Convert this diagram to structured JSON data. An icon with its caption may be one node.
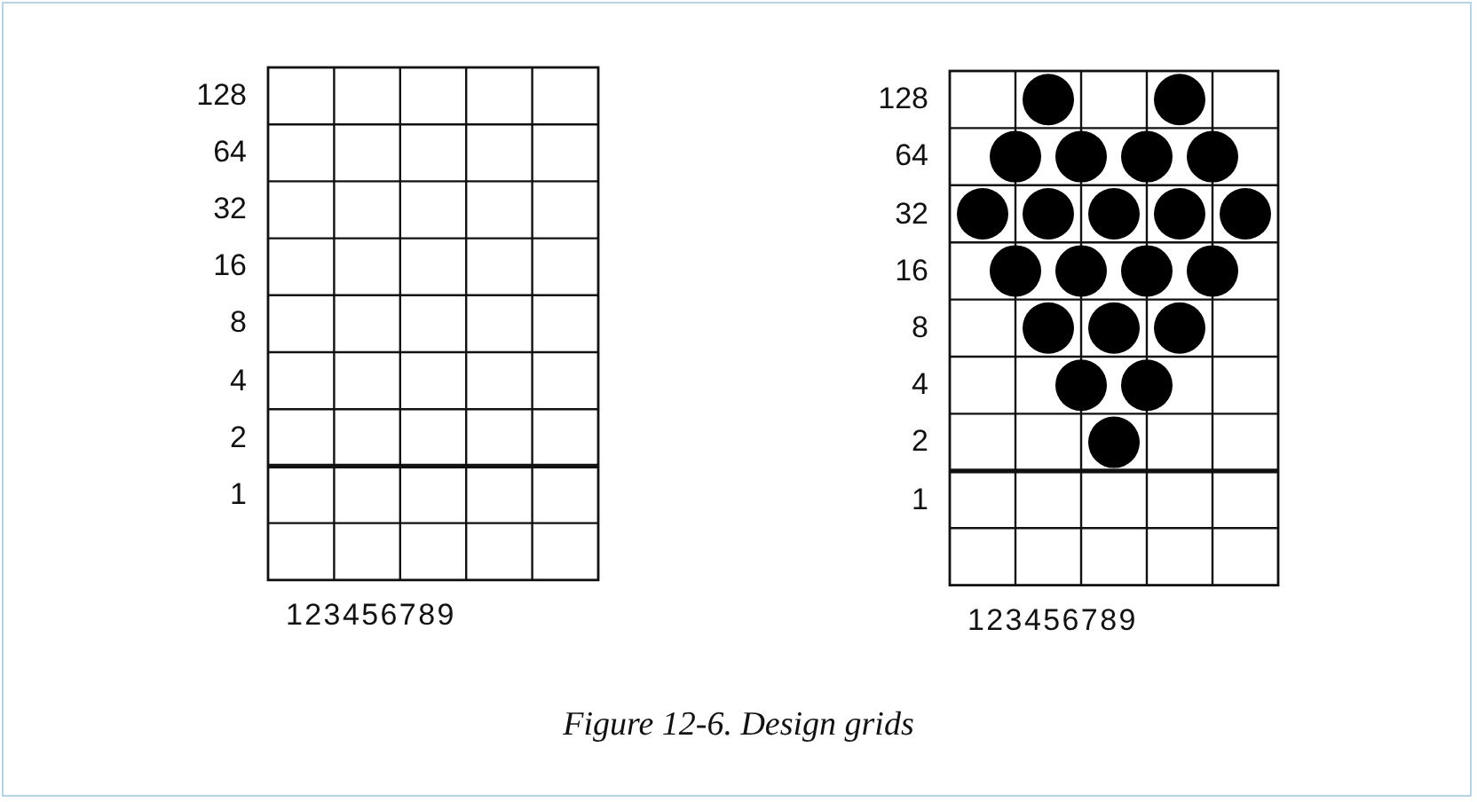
{
  "diagram": {
    "caption": "Figure 12-6. Design grids",
    "labels": [
      "128",
      "64",
      "32",
      "16",
      "8",
      "4",
      "2",
      "1",
      "123456789",
      "128",
      "64",
      "32",
      "16",
      "8",
      "4",
      "2",
      "1",
      "123456789"
    ]
  }
}
